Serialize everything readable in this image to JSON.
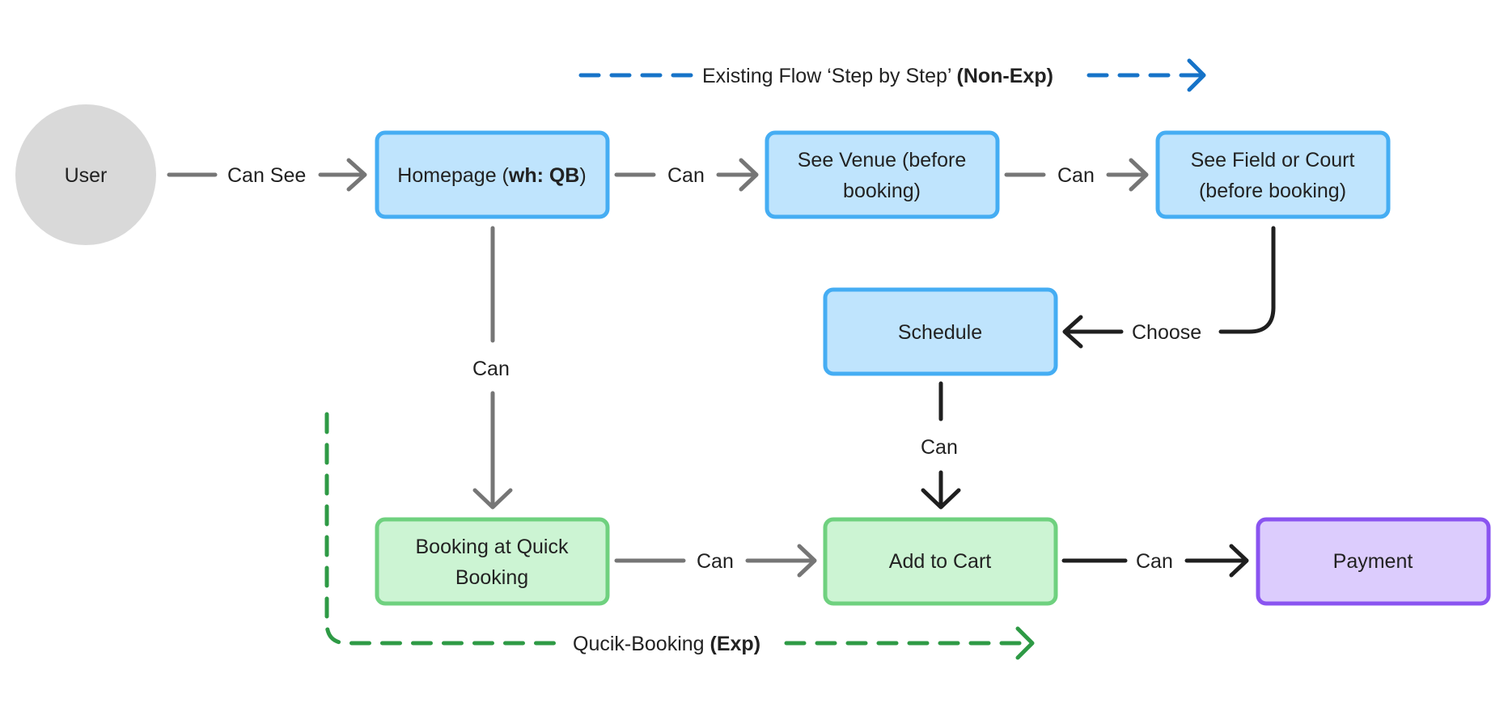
{
  "colors": {
    "blue_fill": "#bfe4fd",
    "blue_stroke": "#45adf3",
    "green_fill": "#ccf4d3",
    "green_stroke": "#6fd17f",
    "purple_fill": "#dcccfd",
    "purple_stroke": "#8a54f0",
    "user_fill": "#d9d9d9",
    "gray_connector": "#767676",
    "dark_connector": "#1f1f1f",
    "legend_blue": "#1673c8",
    "legend_green": "#2e9a45"
  },
  "nodes": {
    "user": {
      "label": "User"
    },
    "homepage": {
      "label": "Homepage (",
      "label_bold": "wh: QB",
      "label_end": ")"
    },
    "see_venue": {
      "line1": "See Venue (before",
      "line2": "booking)"
    },
    "see_field": {
      "line1": "See Field or Court",
      "line2": "(before booking)"
    },
    "schedule": {
      "label": "Schedule"
    },
    "booking_quick": {
      "line1": "Booking at Quick",
      "line2": "Booking"
    },
    "add_to_cart": {
      "label": "Add to Cart"
    },
    "payment": {
      "label": "Payment"
    }
  },
  "edges": {
    "user_homepage": "Can See",
    "homepage_venue": "Can",
    "venue_field": "Can",
    "field_schedule": "Choose",
    "homepage_booking": "Can",
    "schedule_cart": "Can",
    "booking_cart": "Can",
    "cart_payment": "Can"
  },
  "legend": {
    "existing": {
      "text": "Existing Flow ‘Step by Step’ ",
      "bold": "(Non-Exp)"
    },
    "quick": {
      "text": "Qucik-Booking ",
      "bold": "(Exp)"
    }
  }
}
